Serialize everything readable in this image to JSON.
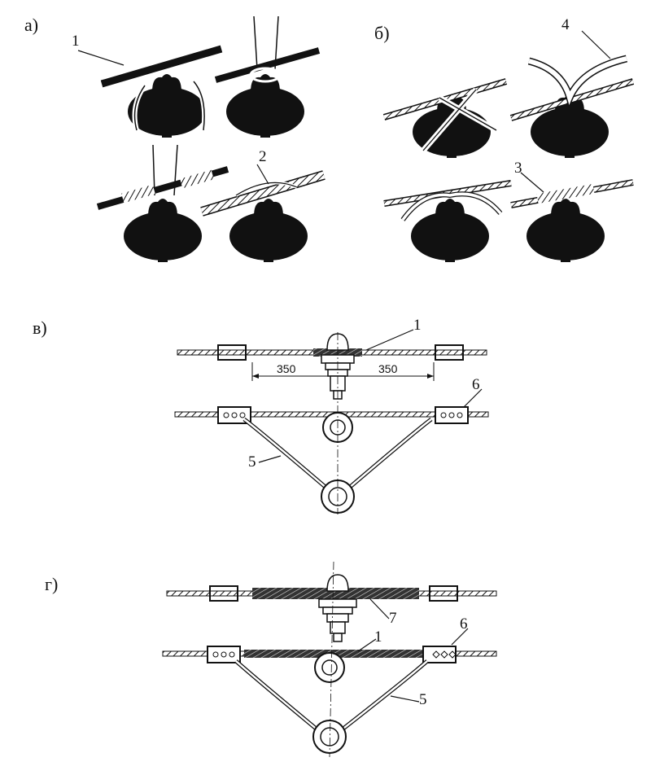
{
  "panels": {
    "a": "а)",
    "b": "б)",
    "v": "в)",
    "g": "г)"
  },
  "callouts": {
    "a_1": "1",
    "a_2": "2",
    "b_3": "3",
    "b_4": "4",
    "v_1": "1",
    "v_5": "5",
    "v_6": "6",
    "g_1": "1",
    "g_5": "5",
    "g_6": "6",
    "g_7": "7"
  },
  "dimensions": {
    "left": "350",
    "right": "350"
  },
  "colors": {
    "ink": "#111111",
    "paper": "#ffffff"
  }
}
